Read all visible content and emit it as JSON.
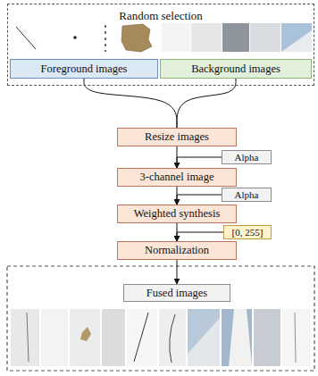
{
  "diagram": {
    "nodes": [
      {
        "text": [
          "Random selection"
        ]
      },
      {
        "text": [
          "Foreground images"
        ],
        "in": 0
      },
      {
        "text": [
          "Background images"
        ],
        "in": 0
      },
      {
        "text": [
          "Resize images"
        ]
      },
      {
        "text": [
          "Alpha"
        ]
      },
      {
        "text": [
          "3-channel image"
        ]
      },
      {
        "text": [
          "Alpha"
        ]
      },
      {
        "text": [
          "Weighted synthesis"
        ]
      },
      {
        "text": [
          "[0, 255]"
        ]
      },
      {
        "text": [
          "Normalization"
        ]
      },
      {
        "text": [
          "Fused images"
        ]
      }
    ],
    "edges": [
      {
        "from": 1,
        "to": 3,
        "arrow": "none"
      },
      {
        "from": 2,
        "to": 3,
        "arrow": "none"
      },
      {
        "from": 3,
        "to": 5,
        "arrow": "to"
      },
      {
        "from": 4,
        "to": 5,
        "arrow": "to"
      },
      {
        "from": 5,
        "to": 7,
        "arrow": "to"
      },
      {
        "from": 6,
        "to": 7,
        "arrow": "to"
      },
      {
        "from": 7,
        "to": 9,
        "arrow": "to"
      },
      {
        "from": 8,
        "to": 9,
        "arrow": "to"
      },
      {
        "from": 9,
        "to": 10,
        "arrow": "to"
      }
    ]
  }
}
